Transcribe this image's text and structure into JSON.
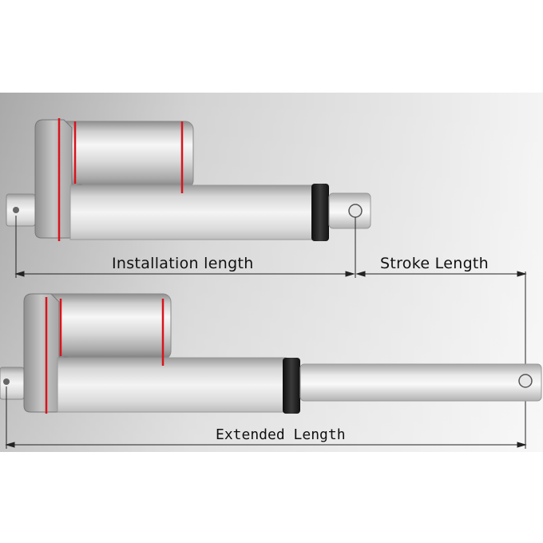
{
  "labels": {
    "installation_length": "Installation length",
    "stroke_length": "Stroke Length",
    "extended_length": "Extended Length"
  },
  "colors": {
    "backdrop": "#c9c9c9",
    "body_metal": "#d4d4d4",
    "rod_metal": "#dcdcdc",
    "collar": "#1c1c1c",
    "marking": "#d8141c",
    "dimension_line": "#222222"
  }
}
